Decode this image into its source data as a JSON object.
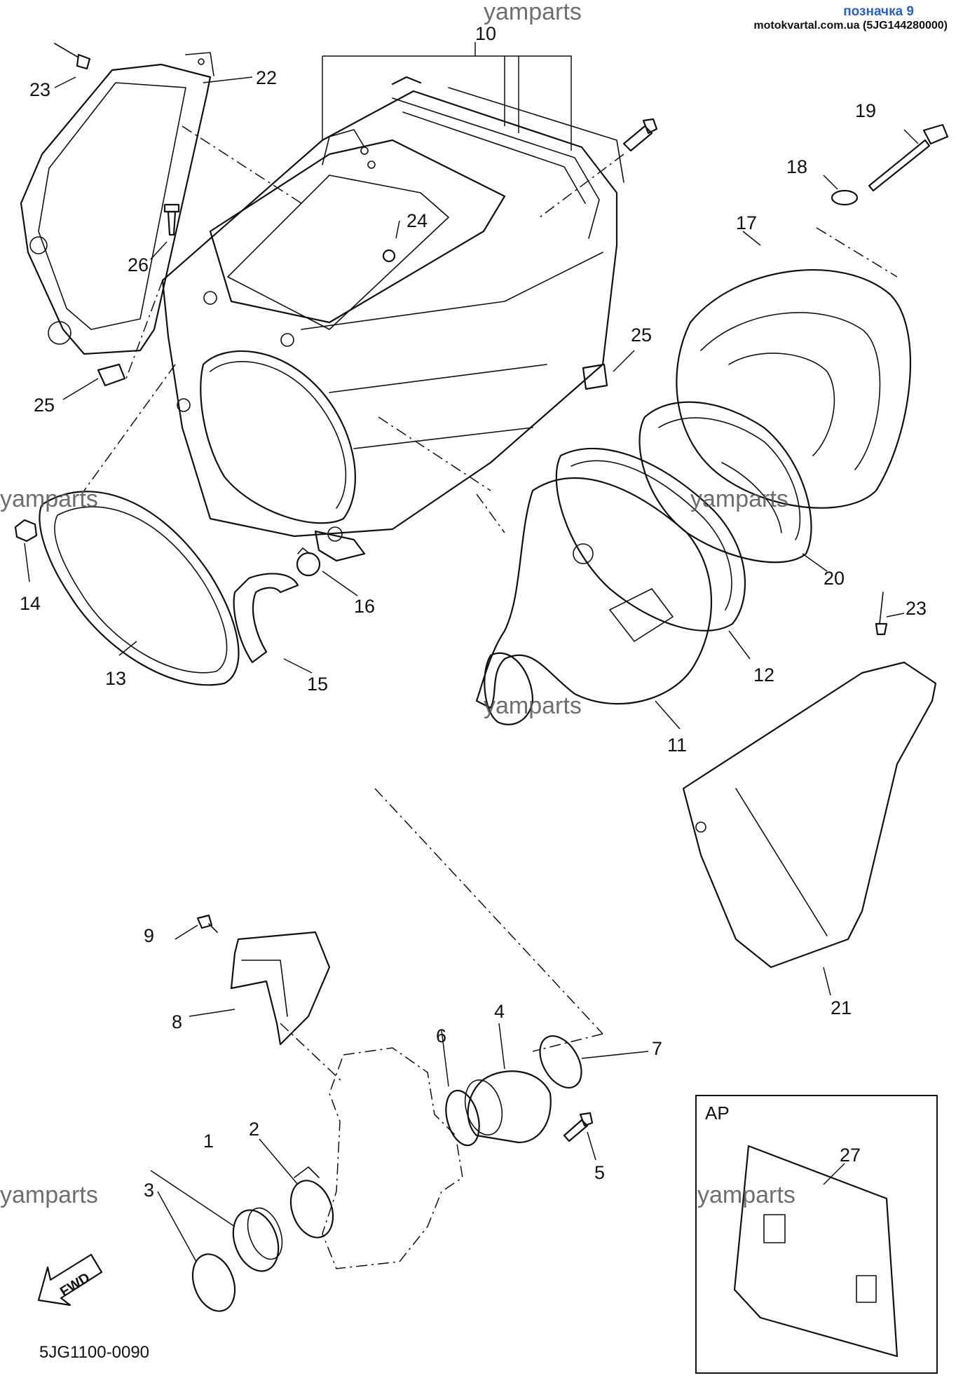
{
  "header": {
    "label": "позначка 9",
    "site": "motokvartal.com.ua (5JG144280000)"
  },
  "watermark": "yamparts",
  "diagram_code": "5JG1100-0090",
  "inset_label": "AP",
  "fwd_label": "FWD",
  "callouts": [
    "1",
    "2",
    "3",
    "4",
    "5",
    "6",
    "7",
    "8",
    "9",
    "10",
    "11",
    "12",
    "13",
    "14",
    "15",
    "16",
    "17",
    "18",
    "19",
    "20",
    "21",
    "22",
    "23",
    "23",
    "24",
    "25",
    "25",
    "26",
    "27"
  ]
}
